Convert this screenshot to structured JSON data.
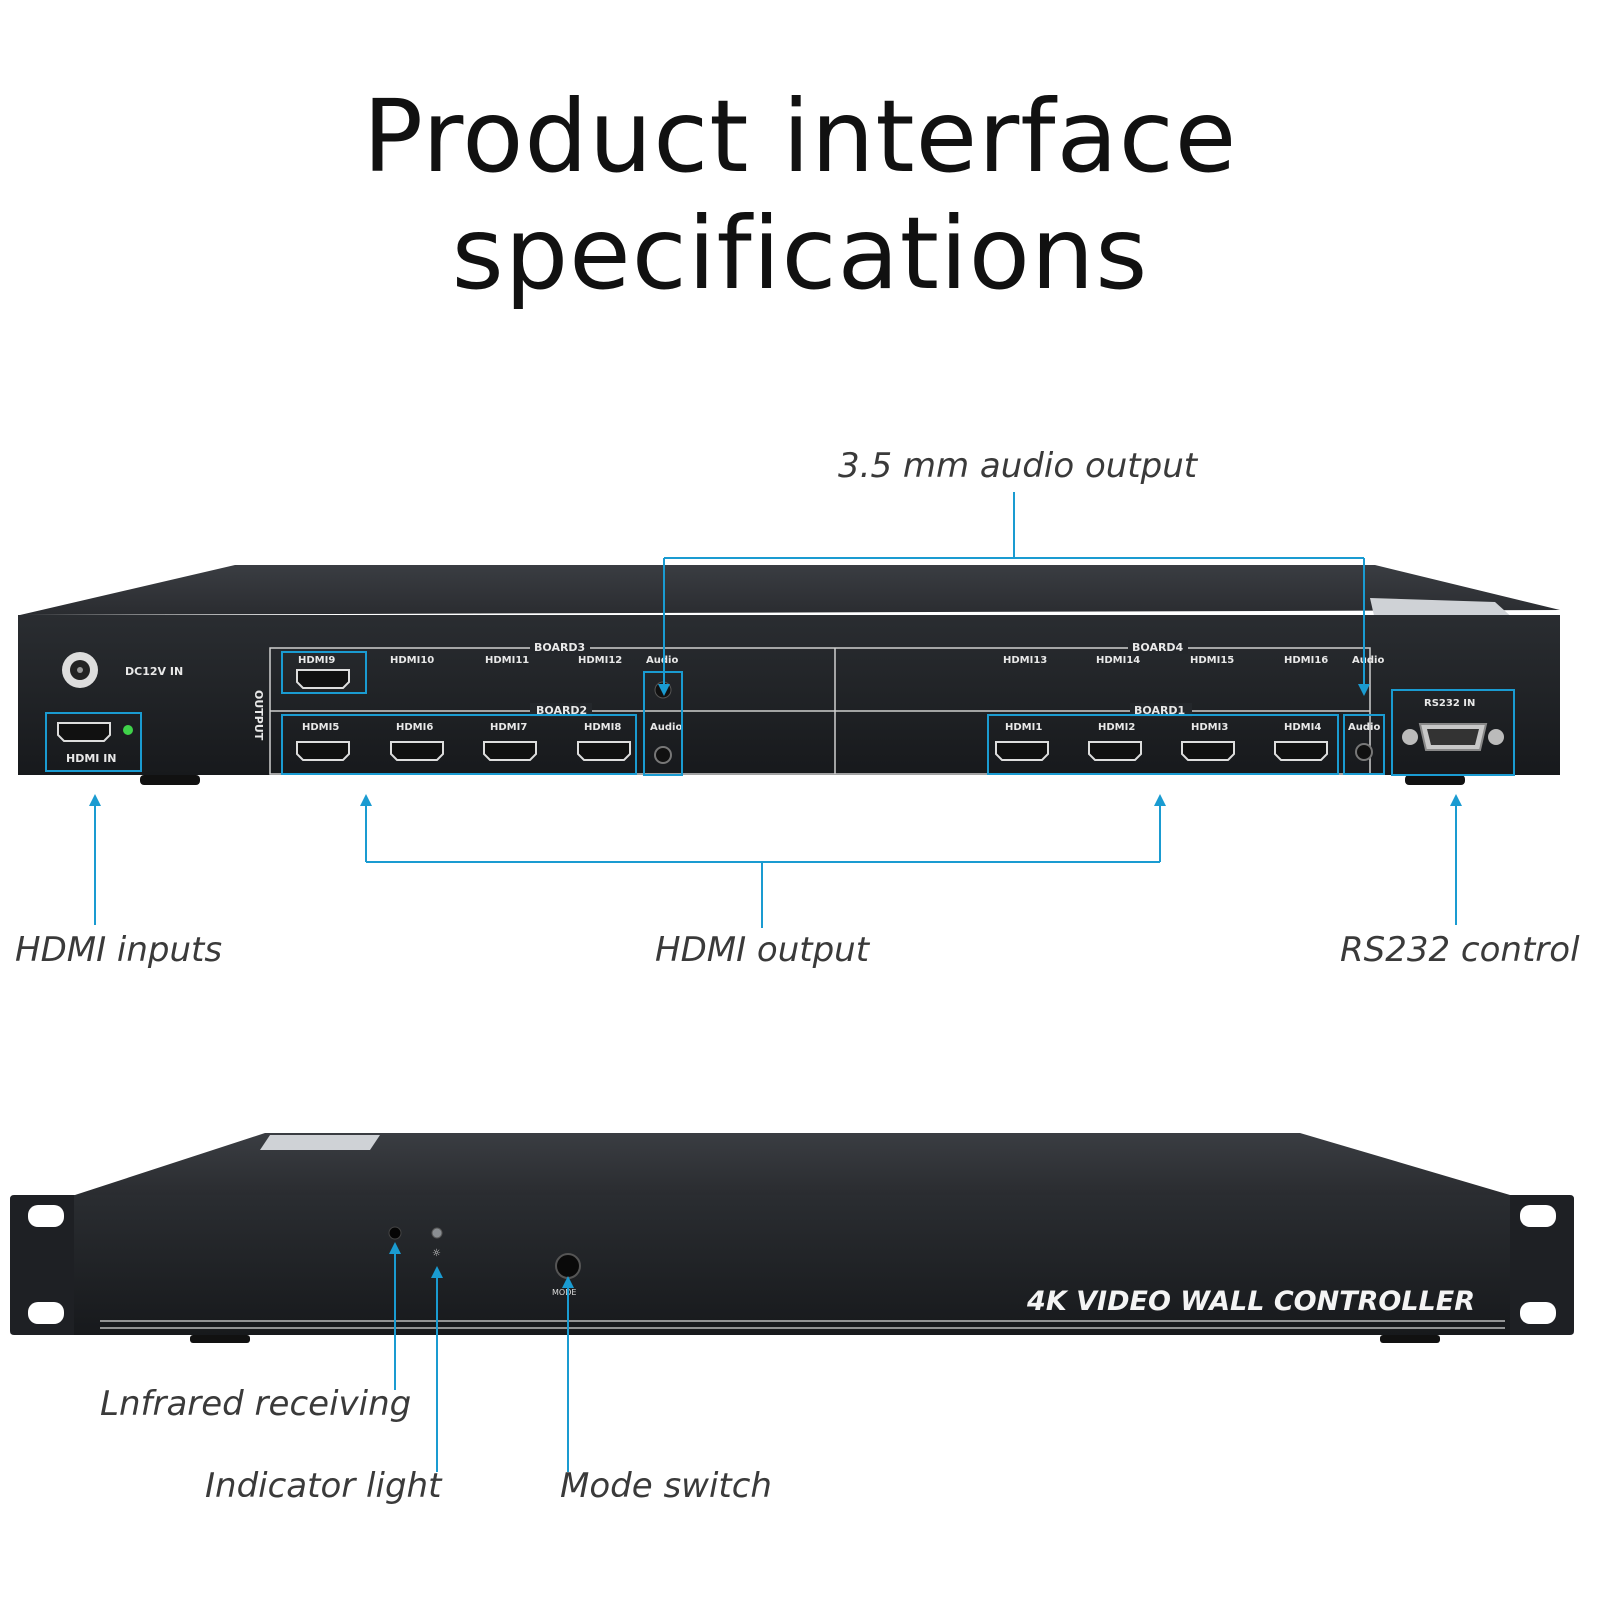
{
  "title": "Product interface specifications",
  "colors": {
    "accent": "#1a9bd1",
    "chassis": "#1b1d20",
    "panel": "#24272b",
    "label": "#e8e8e8"
  },
  "callouts": {
    "audio_output": "3.5 mm audio output",
    "hdmi_inputs": "HDMI inputs",
    "hdmi_output": "HDMI output",
    "rs232_control": "RS232 control",
    "infrared": "Lnfrared receiving",
    "indicator": "Indicator light",
    "mode_switch": "Mode switch"
  },
  "rear_panel": {
    "power_label": "DC12V IN",
    "hdmi_in_label": "HDMI IN",
    "output_label": "OUTPUT",
    "board1": "BOARD1",
    "board2": "BOARD2",
    "board3": "BOARD3",
    "board4": "BOARD4",
    "audio_label": "Audio",
    "rs232_label": "RS232 IN",
    "ports": [
      "HDMI1",
      "HDMI2",
      "HDMI3",
      "HDMI4",
      "HDMI5",
      "HDMI6",
      "HDMI7",
      "HDMI8",
      "HDMI9",
      "HDMI10",
      "HDMI11",
      "HDMI12",
      "HDMI13",
      "HDMI14",
      "HDMI15",
      "HDMI16"
    ]
  },
  "front_panel": {
    "brand": "4K VIDEO WALL CONTROLLER",
    "mode_label": "MODE"
  }
}
